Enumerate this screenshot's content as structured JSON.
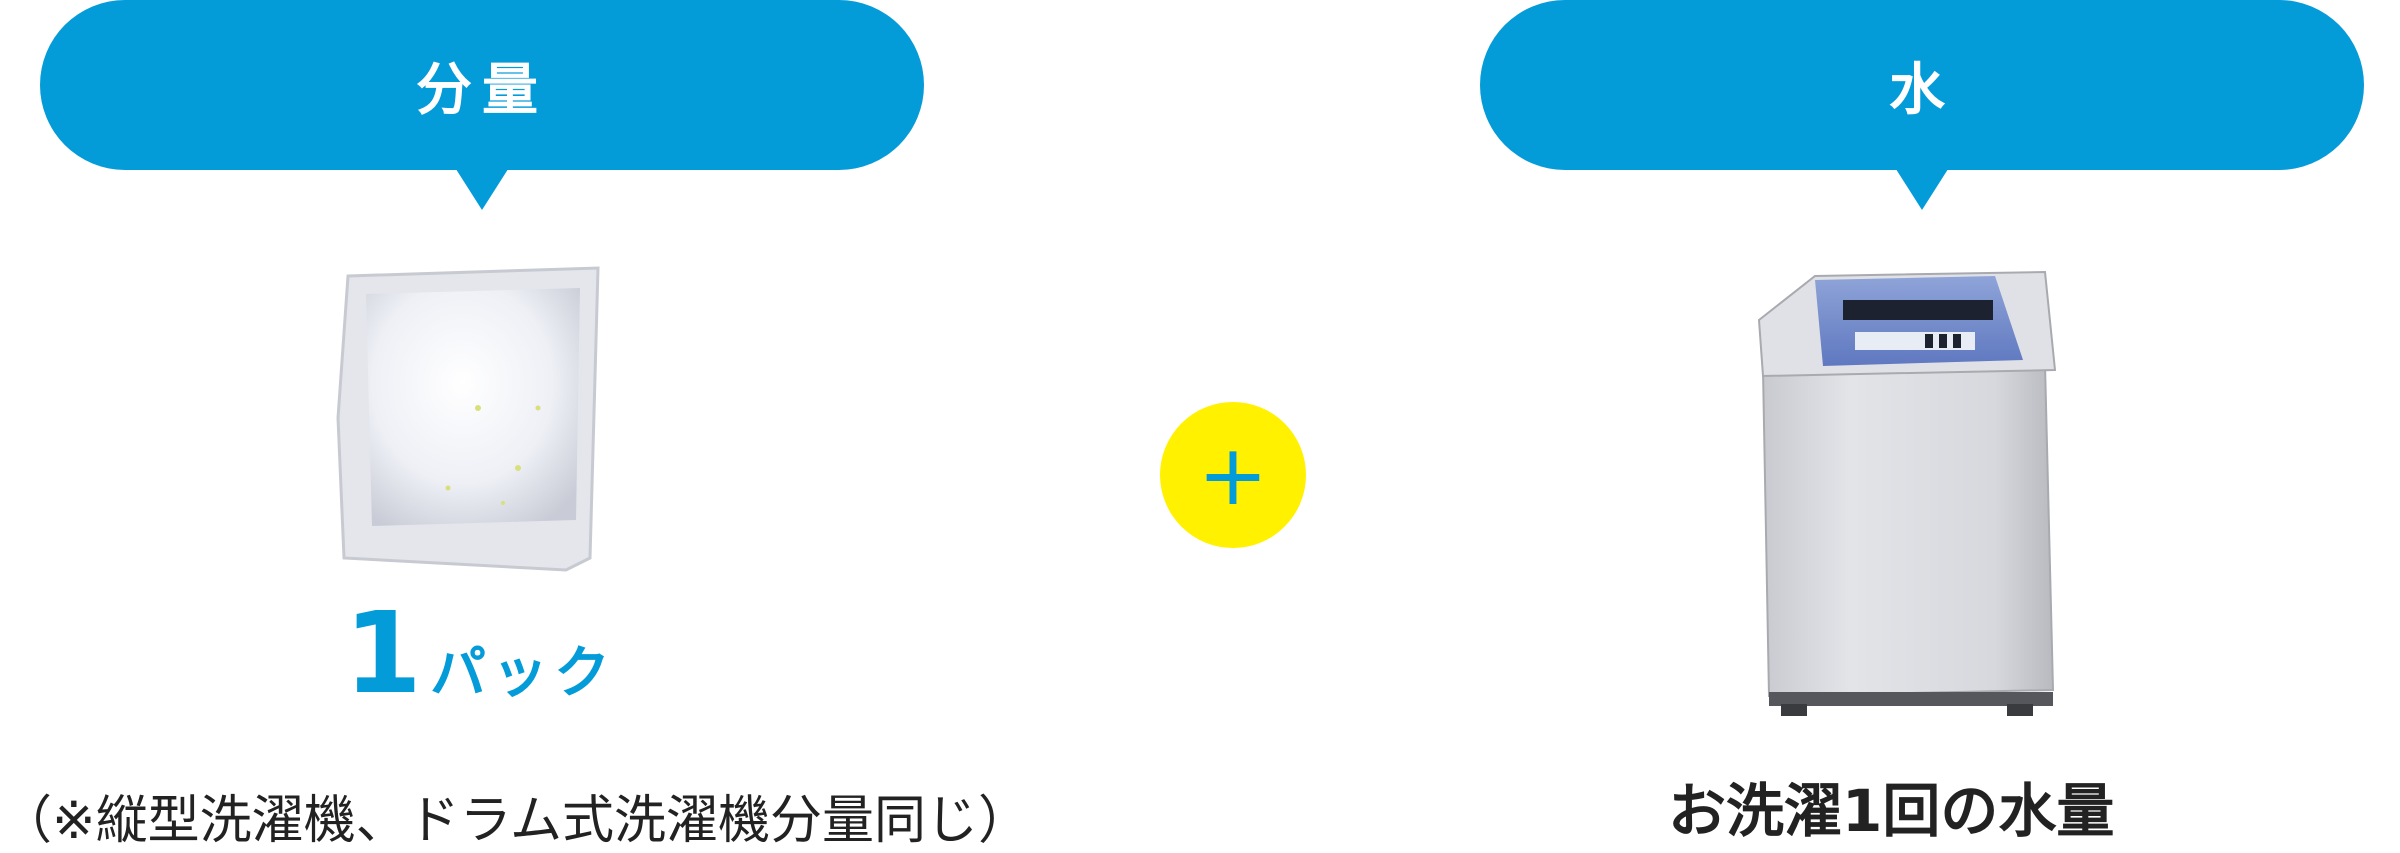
{
  "left_panel": {
    "title": "分量",
    "quantity_number": "1",
    "quantity_unit": "パック",
    "note": "（※縦型洗濯機、ドラム式洗濯機分量同じ）"
  },
  "operator": {
    "symbol": "+"
  },
  "right_panel": {
    "title": "水",
    "caption": "お洗濯1回の水量"
  },
  "colors": {
    "accent_blue": "#049bd9",
    "plus_yellow": "#fff100",
    "text_dark": "#222222"
  }
}
